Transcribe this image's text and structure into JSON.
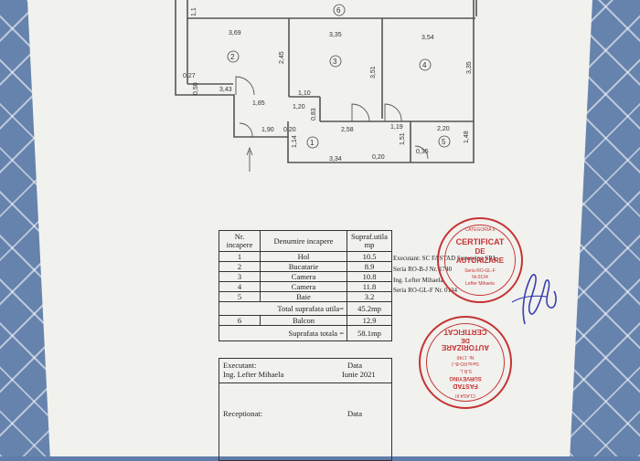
{
  "plan": {
    "dims": [
      "3,69",
      "3,35",
      "3,54",
      "2,45",
      "3,51",
      "3,35",
      "3,43",
      "1,10",
      "1,85",
      "1,20",
      "0,83",
      "2,58",
      "1,19",
      "2,20",
      "1,51",
      "1,48",
      "1,90",
      "0,20",
      "1,14",
      "3,34",
      "0,20",
      "0,27",
      "0,50",
      "0,35",
      "1,1"
    ],
    "room_numbers": [
      "1",
      "2",
      "3",
      "4",
      "5",
      "6"
    ]
  },
  "table": {
    "header": {
      "nr": "Nr. incapere",
      "name": "Denumire incapere",
      "area": "Supraf.utila mp"
    },
    "rows": [
      {
        "nr": "1",
        "name": "Hol",
        "area": "10.5"
      },
      {
        "nr": "2",
        "name": "Bucatarie",
        "area": "8.9"
      },
      {
        "nr": "3",
        "name": "Camera",
        "area": "10.8"
      },
      {
        "nr": "4",
        "name": "Camera",
        "area": "11.8"
      },
      {
        "nr": "5",
        "name": "Baie",
        "area": "3.2"
      }
    ],
    "total_useful": {
      "label": "Total suprafata utila=",
      "value": "45.2mp"
    },
    "balcony": {
      "nr": "6",
      "name": "Balcon",
      "area": "12.9"
    },
    "total": {
      "label": "Suprafata totala =",
      "value": "58.1mp"
    }
  },
  "executant_box": {
    "label": "Executant:",
    "name": "Ing. Lefter Mihaela",
    "date_label": "Data",
    "date_value": "Iunie 2021"
  },
  "receptionat_box": {
    "label": "Receptionat:",
    "date_label": "Data"
  },
  "executant_info": {
    "line1": "Executant: SC FASTAD Surveying SRL",
    "line2": "Seria RO-B-J Nr. 1740",
    "line3": "Ing. Lefter Mihaela",
    "line4": "Seria RO-GL-F Nr. 0134"
  },
  "stamp1": {
    "line1": "CERTIFICAT",
    "line2": "DE",
    "line3": "AUTORIZARE",
    "line4": "Seria RO-GL-F",
    "line5": "Nr.0134",
    "line6": "Lefter Mihaela",
    "line7": "CATEGORIA II"
  },
  "stamp2": {
    "line1": "CERTIFICAT",
    "line2": "DE",
    "line3": "AUTORIZARE",
    "line4": "FASTAD",
    "line5": "SURVEYING",
    "line6": "S.R.L.",
    "line7": "Seria RO-B-J",
    "line8": "Nr. 1740",
    "line9": "CLASA III"
  },
  "colors": {
    "stamp": "#c53333",
    "signature": "#3a3fb0",
    "cloth": "#6683ad"
  }
}
